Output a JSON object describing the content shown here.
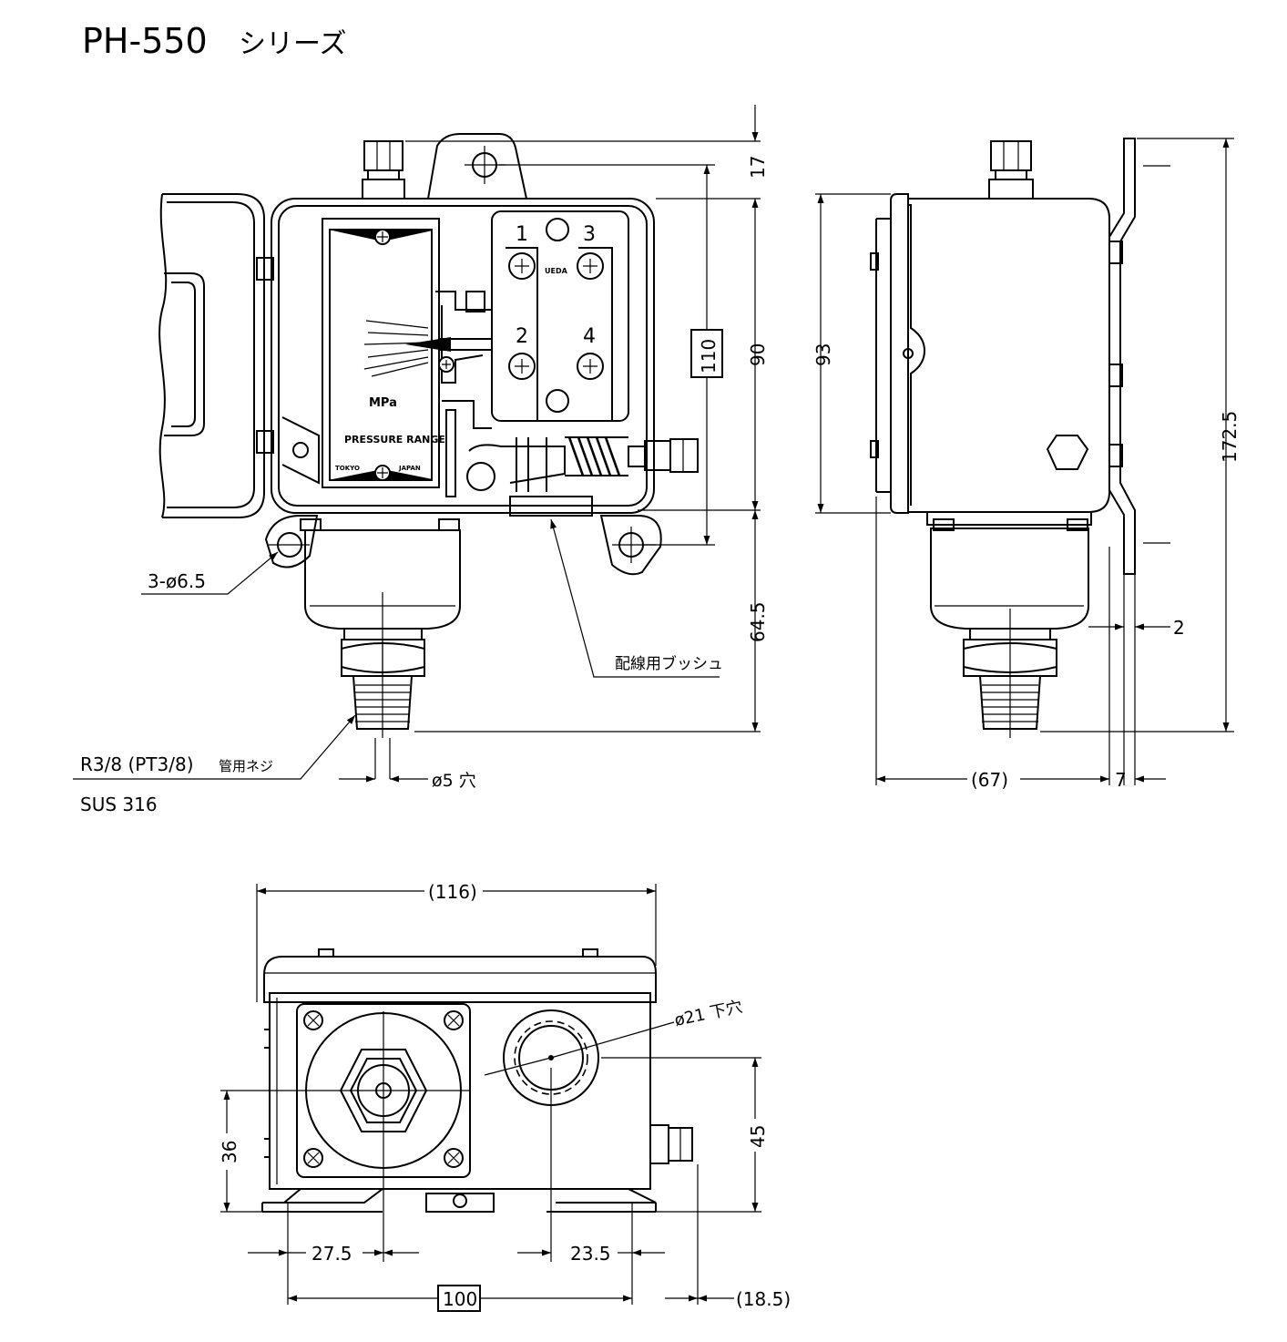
{
  "title": {
    "model": "PH-550",
    "series": "シリーズ"
  },
  "front_view": {
    "dim_17": "17",
    "dim_90": "90",
    "dim_110_boxed": "110",
    "dim_64_5": "64.5",
    "mounting_holes_label": "3-ø6.5",
    "bushing_label": "配線用ブッシュ",
    "thread_label_main": "R3/8 (PT3/8)",
    "thread_label_suffix": "管用ネジ",
    "material_label": "SUS 316",
    "port_hole_label": "ø5 穴",
    "scale_unit": "MPa",
    "scale_caption": "PRESSURE  RANGE",
    "scale_maker_left": "TOKYO",
    "scale_maker_right": "JAPAN",
    "terminal_brand": "UEDA",
    "terminals": [
      "1",
      "3",
      "2",
      "4"
    ]
  },
  "side_view": {
    "dim_93": "93",
    "dim_172_5": "172.5",
    "dim_2": "2",
    "dim_67": "(67)",
    "dim_7": "7"
  },
  "bottom_view": {
    "dim_116": "(116)",
    "conduit_label": "ø21 下穴",
    "dim_36": "36",
    "dim_45": "45",
    "dim_27_5": "27.5",
    "dim_23_5": "23.5",
    "dim_100_boxed": "100",
    "dim_18_5": "(18.5)"
  }
}
